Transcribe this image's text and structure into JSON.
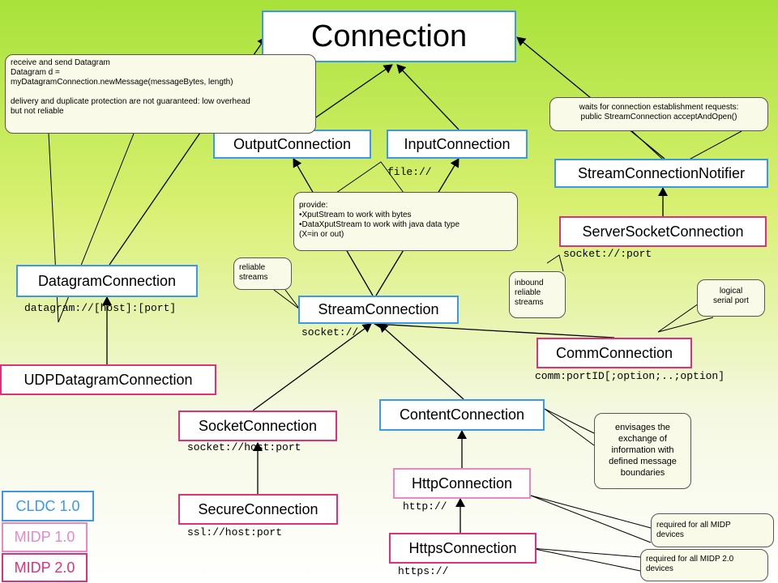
{
  "nodes": {
    "connection": "Connection",
    "output_connection": "OutputConnection",
    "input_connection": "InputConnection",
    "stream_connection_notifier": "StreamConnectionNotifier",
    "server_socket_connection": "ServerSocketConnection",
    "datagram_connection": "DatagramConnection",
    "stream_connection": "StreamConnection",
    "comm_connection": "CommConnection",
    "udp_datagram_connection": "UDPDatagramConnection",
    "socket_connection": "SocketConnection",
    "content_connection": "ContentConnection",
    "http_connection": "HttpConnection",
    "secure_connection": "SecureConnection",
    "https_connection": "HttpsConnection"
  },
  "protocols": {
    "file": "file://",
    "server_socket": "socket://:port",
    "datagram": "datagram://[host]:[port]",
    "stream": "socket://",
    "comm": "comm:portID[;option;..;option]",
    "socket": "socket://host:port",
    "http": "http://",
    "ssl": "ssl://host:port",
    "https": "https://"
  },
  "notes": {
    "datagram": [
      "receive and send Datagram",
      "Datagram d =",
      "myDatagramConnection.newMessage(messageBytes, length)",
      "",
      "delivery and duplicate protection are not guaranteed: low overhead",
      "but not reliable"
    ],
    "notifier": [
      "waits for connection establishment requests:",
      "public StreamConnection acceptAndOpen()"
    ],
    "stream_provide": [
      "provide:",
      "•XputStream to work with bytes",
      "•DataXputStream to work with java data type",
      "(X=in or out)"
    ],
    "reliable": [
      "reliable",
      "streams"
    ],
    "inbound": [
      "inbound",
      "reliable",
      "streams"
    ],
    "logical": [
      "logical",
      "serial port"
    ],
    "content": [
      "envisages the",
      "exchange of",
      "information with",
      "defined message",
      "boundaries"
    ],
    "midp_required": [
      "required for all MIDP",
      "devices"
    ],
    "midp2_required": [
      "required for all MIDP 2.0",
      "devices"
    ]
  },
  "legend": {
    "cldc": "CLDC 1.0",
    "midp1": "MIDP 1.0",
    "midp2": "MIDP 2.0"
  },
  "colors": {
    "cldc": "#3a9ae8",
    "midp1": "#e888c8",
    "midp2": "#e0307a"
  }
}
